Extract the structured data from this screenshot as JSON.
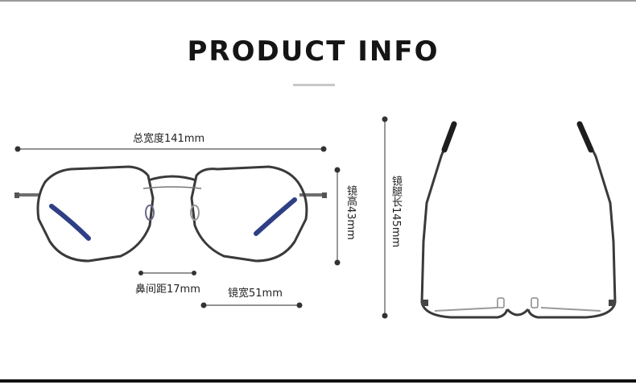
{
  "title": "PRODUCT INFO",
  "measurements": {
    "total_width": "总宽度141mm",
    "lens_height": "镜高43mm",
    "temple_length": "镜腿长145mm",
    "bridge_width": "鼻间距17mm",
    "lens_width": "镜宽51mm"
  },
  "colors": {
    "frame": "#3a3a3a",
    "temple_accent": "#2e3f86",
    "dimension_line": "#555555"
  }
}
